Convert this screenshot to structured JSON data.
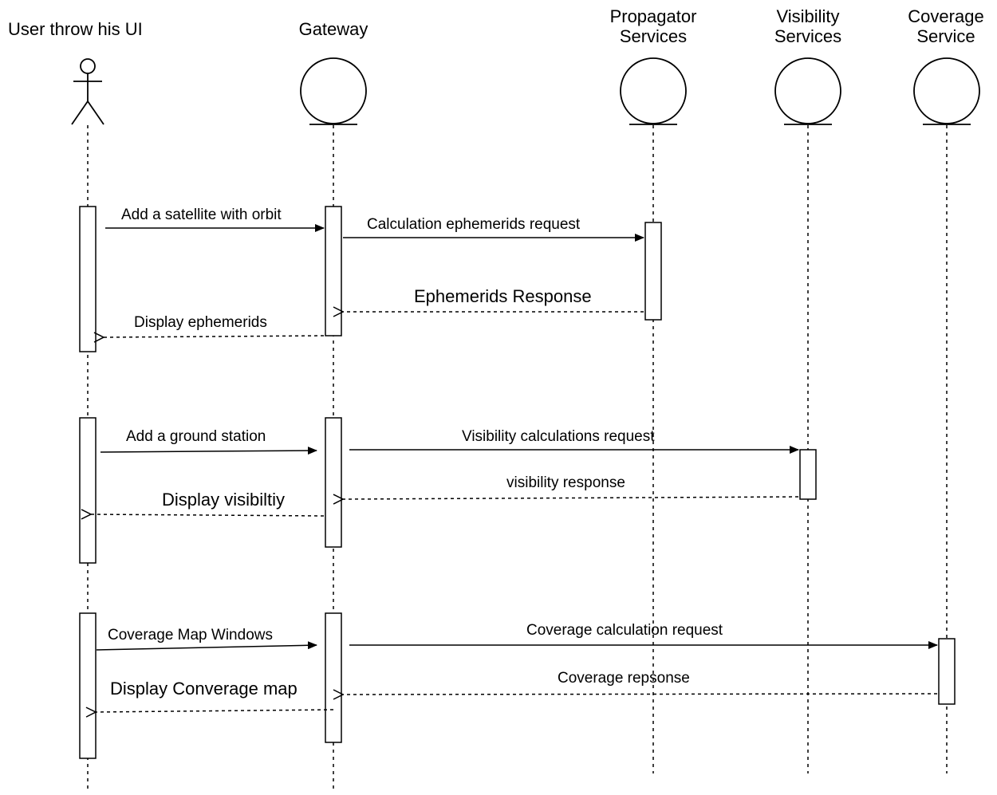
{
  "participants": [
    {
      "id": "user",
      "label": "User throw his UI",
      "kind": "actor"
    },
    {
      "id": "gateway",
      "label": "Gateway",
      "kind": "entity"
    },
    {
      "id": "propagator",
      "label": "Propagator\nServices",
      "kind": "entity"
    },
    {
      "id": "visibility",
      "label": "Visibility\nServices",
      "kind": "entity"
    },
    {
      "id": "coverage",
      "label": "Coverage\nService",
      "kind": "entity"
    }
  ],
  "messages": [
    {
      "from": "user",
      "to": "gateway",
      "label": "Add a satellite with orbit",
      "type": "sync"
    },
    {
      "from": "gateway",
      "to": "propagator",
      "label": "Calculation ephemerids request",
      "type": "sync"
    },
    {
      "from": "propagator",
      "to": "gateway",
      "label": "Ephemerids Response",
      "type": "return"
    },
    {
      "from": "gateway",
      "to": "user",
      "label": "Display ephemerids",
      "type": "return"
    },
    {
      "from": "user",
      "to": "gateway",
      "label": "Add a ground station",
      "type": "sync"
    },
    {
      "from": "gateway",
      "to": "visibility",
      "label": "Visibility calculations request",
      "type": "sync"
    },
    {
      "from": "visibility",
      "to": "gateway",
      "label": "visibility response",
      "type": "return"
    },
    {
      "from": "gateway",
      "to": "user",
      "label": "Display visibiltiy",
      "type": "return"
    },
    {
      "from": "user",
      "to": "gateway",
      "label": "Coverage Map Windows",
      "type": "sync"
    },
    {
      "from": "gateway",
      "to": "coverage",
      "label": "Coverage calculation request",
      "type": "sync"
    },
    {
      "from": "coverage",
      "to": "gateway",
      "label": "Coverage repsonse",
      "type": "return"
    },
    {
      "from": "gateway",
      "to": "user",
      "label": "Display Converage map",
      "type": "return"
    }
  ]
}
